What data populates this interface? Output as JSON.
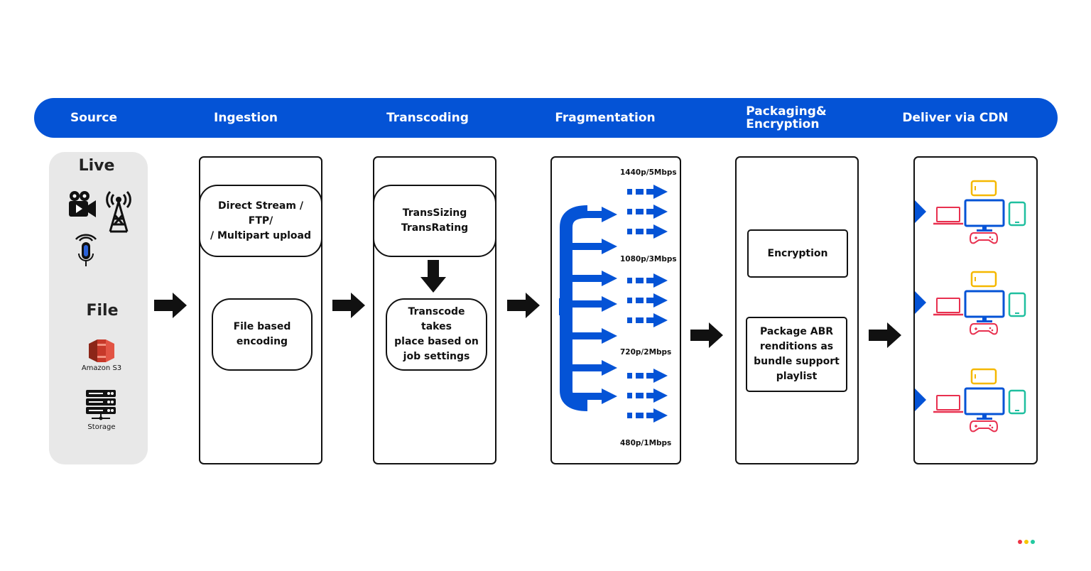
{
  "stages": [
    "Source",
    "Ingestion",
    "Transcoding",
    "Fragmentation",
    "Packaging&\nEncryption",
    "Deliver via CDN"
  ],
  "source": {
    "live_heading": "Live",
    "file_heading": "File",
    "s3_label": "Amazon S3",
    "storage_label": "Storage",
    "icons": [
      "video-camera-icon",
      "broadcast-tower-icon",
      "microphone-icon",
      "amazon-s3-icon",
      "storage-server-icon"
    ]
  },
  "ingestion": {
    "box1": "Direct Stream / FTP/\n/ Multipart upload",
    "box2": "File based\nencoding"
  },
  "transcoding": {
    "box1": "TransSizing\nTransRating",
    "box2": "Transcode takes\nplace based on\njob settings"
  },
  "fragmentation": {
    "renditions": [
      "1440p/5Mbps",
      "1080p/3Mbps",
      "720p/2Mbps",
      "480p/1Mbps"
    ]
  },
  "packaging": {
    "box1": "Encryption",
    "box2": "Package ABR\nrenditions as\nbundle support\nplaylist"
  },
  "delivery": {
    "device_groups": 3,
    "devices": [
      "laptop-icon",
      "monitor-icon",
      "tablet-icon",
      "phone-icon",
      "gamepad-icon"
    ]
  },
  "colors": {
    "primary_blue": "#0453d6",
    "source_panel": "#e8e8e8",
    "laptop": "#e8304f",
    "monitor": "#0453d6",
    "tablet": "#1fbf9f",
    "phone": "#f5b800",
    "gamepad": "#e8304f",
    "dot_red": "#ee3344",
    "dot_yellow": "#f7c600",
    "dot_green": "#22c9a0"
  }
}
